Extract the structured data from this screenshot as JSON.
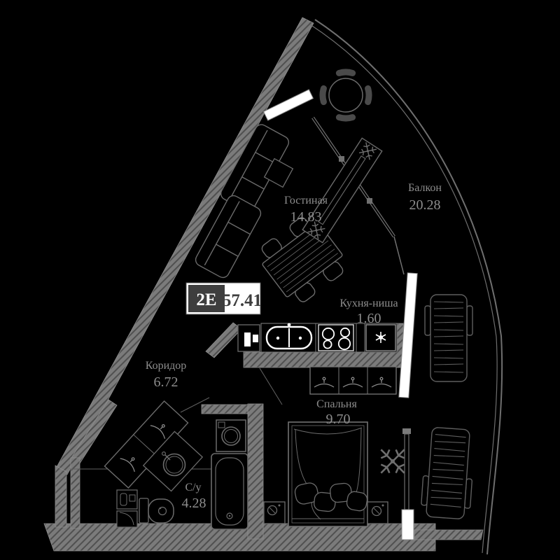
{
  "floor_plan": {
    "unit": {
      "type_label": "2Е",
      "total_area": "57.41"
    },
    "rooms": [
      {
        "name": "Гостиная",
        "area": "14.83"
      },
      {
        "name": "Балкон",
        "area": "20.28"
      },
      {
        "name": "Кухня-ниша",
        "area": "1.60"
      },
      {
        "name": "Коридор",
        "area": "6.72"
      },
      {
        "name": "Спальня",
        "area": "9.70"
      },
      {
        "name": "С/у",
        "area": "4.28"
      }
    ],
    "icons": {
      "fridge-icon": "snowflake",
      "plant-icon": "branch-asterisk",
      "hanger-icon": "clothes-hanger-arc"
    },
    "colors": {
      "background": "#000000",
      "wall_fill": "#7b7b7b",
      "hatch_line": "#505050",
      "outline": "#6b6b6b",
      "label_text": "#8d8d8d",
      "accent_white": "#ffffff",
      "badge_fill": "#3e3e3e"
    }
  }
}
